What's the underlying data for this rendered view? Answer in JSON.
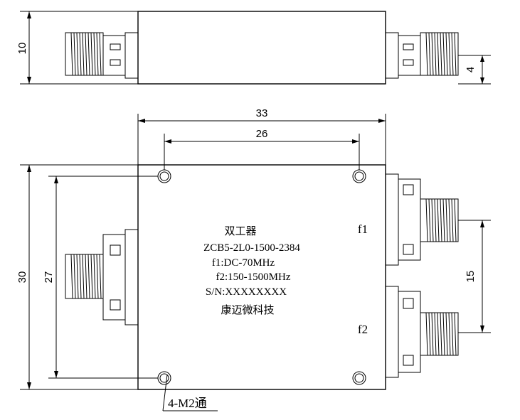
{
  "dimensions": {
    "side_height": "10",
    "connector_offset": "4",
    "overall_width": "33",
    "hole_spacing_x": "26",
    "overall_height": "30",
    "hole_spacing_y": "27",
    "port_spacing": "15"
  },
  "label": {
    "line1": "双工器",
    "line2": "ZCB5-2L0-1500-2384",
    "line3": "f1:DC-70MHz",
    "line4": "f2:150-1500MHz",
    "line5": "S/N:XXXXXXXX",
    "line6": "康迈微科技"
  },
  "ports": {
    "f1": "f1",
    "f2": "f2"
  },
  "holes_note": "4-M2通"
}
